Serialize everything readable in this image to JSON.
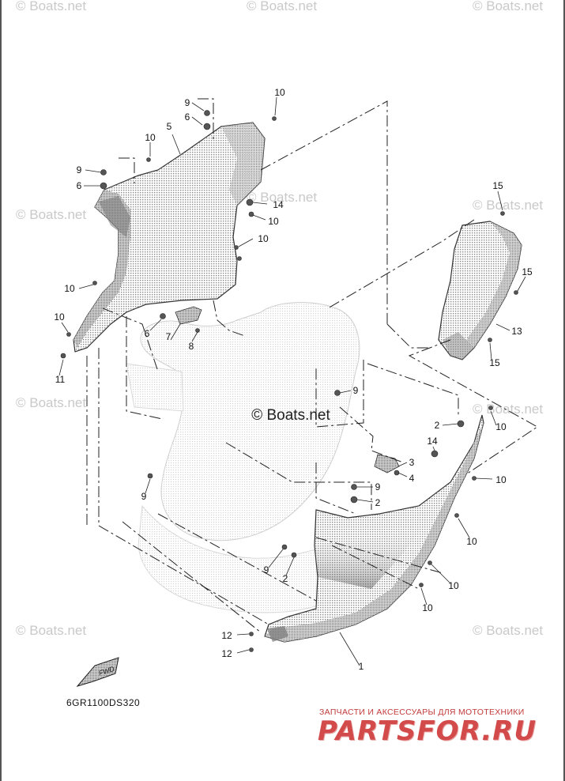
{
  "diagram": {
    "code": "6GR1100DS320",
    "center_watermark": "© Boats.net",
    "watermark_text": "© Boats.net",
    "brand": {
      "tagline": "ЗАПЧАСТИ И АКСЕССУАРЫ ДЛЯ МОТОТЕХНИКИ",
      "name": "PARTSFOR.RU",
      "color": "#d24a4a"
    },
    "fwd_label": "FWD",
    "callouts": [
      {
        "label": "9",
        "id": "c-9-a"
      },
      {
        "label": "6",
        "id": "c-6-a"
      },
      {
        "label": "5",
        "id": "c-5"
      },
      {
        "label": "10",
        "id": "c-10-a"
      },
      {
        "label": "10",
        "id": "c-10-b"
      },
      {
        "label": "9",
        "id": "c-9-b"
      },
      {
        "label": "6",
        "id": "c-6-b"
      },
      {
        "label": "14",
        "id": "c-14-a"
      },
      {
        "label": "10",
        "id": "c-10-c"
      },
      {
        "label": "10",
        "id": "c-10-d"
      },
      {
        "label": "15",
        "id": "c-15-a"
      },
      {
        "label": "10",
        "id": "c-10-e"
      },
      {
        "label": "15",
        "id": "c-15-b"
      },
      {
        "label": "10",
        "id": "c-10-f"
      },
      {
        "label": "6",
        "id": "c-6-c"
      },
      {
        "label": "7",
        "id": "c-7"
      },
      {
        "label": "8",
        "id": "c-8"
      },
      {
        "label": "13",
        "id": "c-13"
      },
      {
        "label": "15",
        "id": "c-15-c"
      },
      {
        "label": "11",
        "id": "c-11"
      },
      {
        "label": "9",
        "id": "c-9-c"
      },
      {
        "label": "2",
        "id": "c-2-a"
      },
      {
        "label": "10",
        "id": "c-10-g"
      },
      {
        "label": "14",
        "id": "c-14-b"
      },
      {
        "label": "3",
        "id": "c-3"
      },
      {
        "label": "4",
        "id": "c-4"
      },
      {
        "label": "10",
        "id": "c-10-h"
      },
      {
        "label": "9",
        "id": "c-9-d"
      },
      {
        "label": "9",
        "id": "c-9-e"
      },
      {
        "label": "2",
        "id": "c-2-b"
      },
      {
        "label": "10",
        "id": "c-10-i"
      },
      {
        "label": "9",
        "id": "c-9-f"
      },
      {
        "label": "2",
        "id": "c-2-c"
      },
      {
        "label": "10",
        "id": "c-10-j"
      },
      {
        "label": "10",
        "id": "c-10-k"
      },
      {
        "label": "12",
        "id": "c-12-a"
      },
      {
        "label": "12",
        "id": "c-12-b"
      },
      {
        "label": "1",
        "id": "c-1"
      }
    ]
  }
}
